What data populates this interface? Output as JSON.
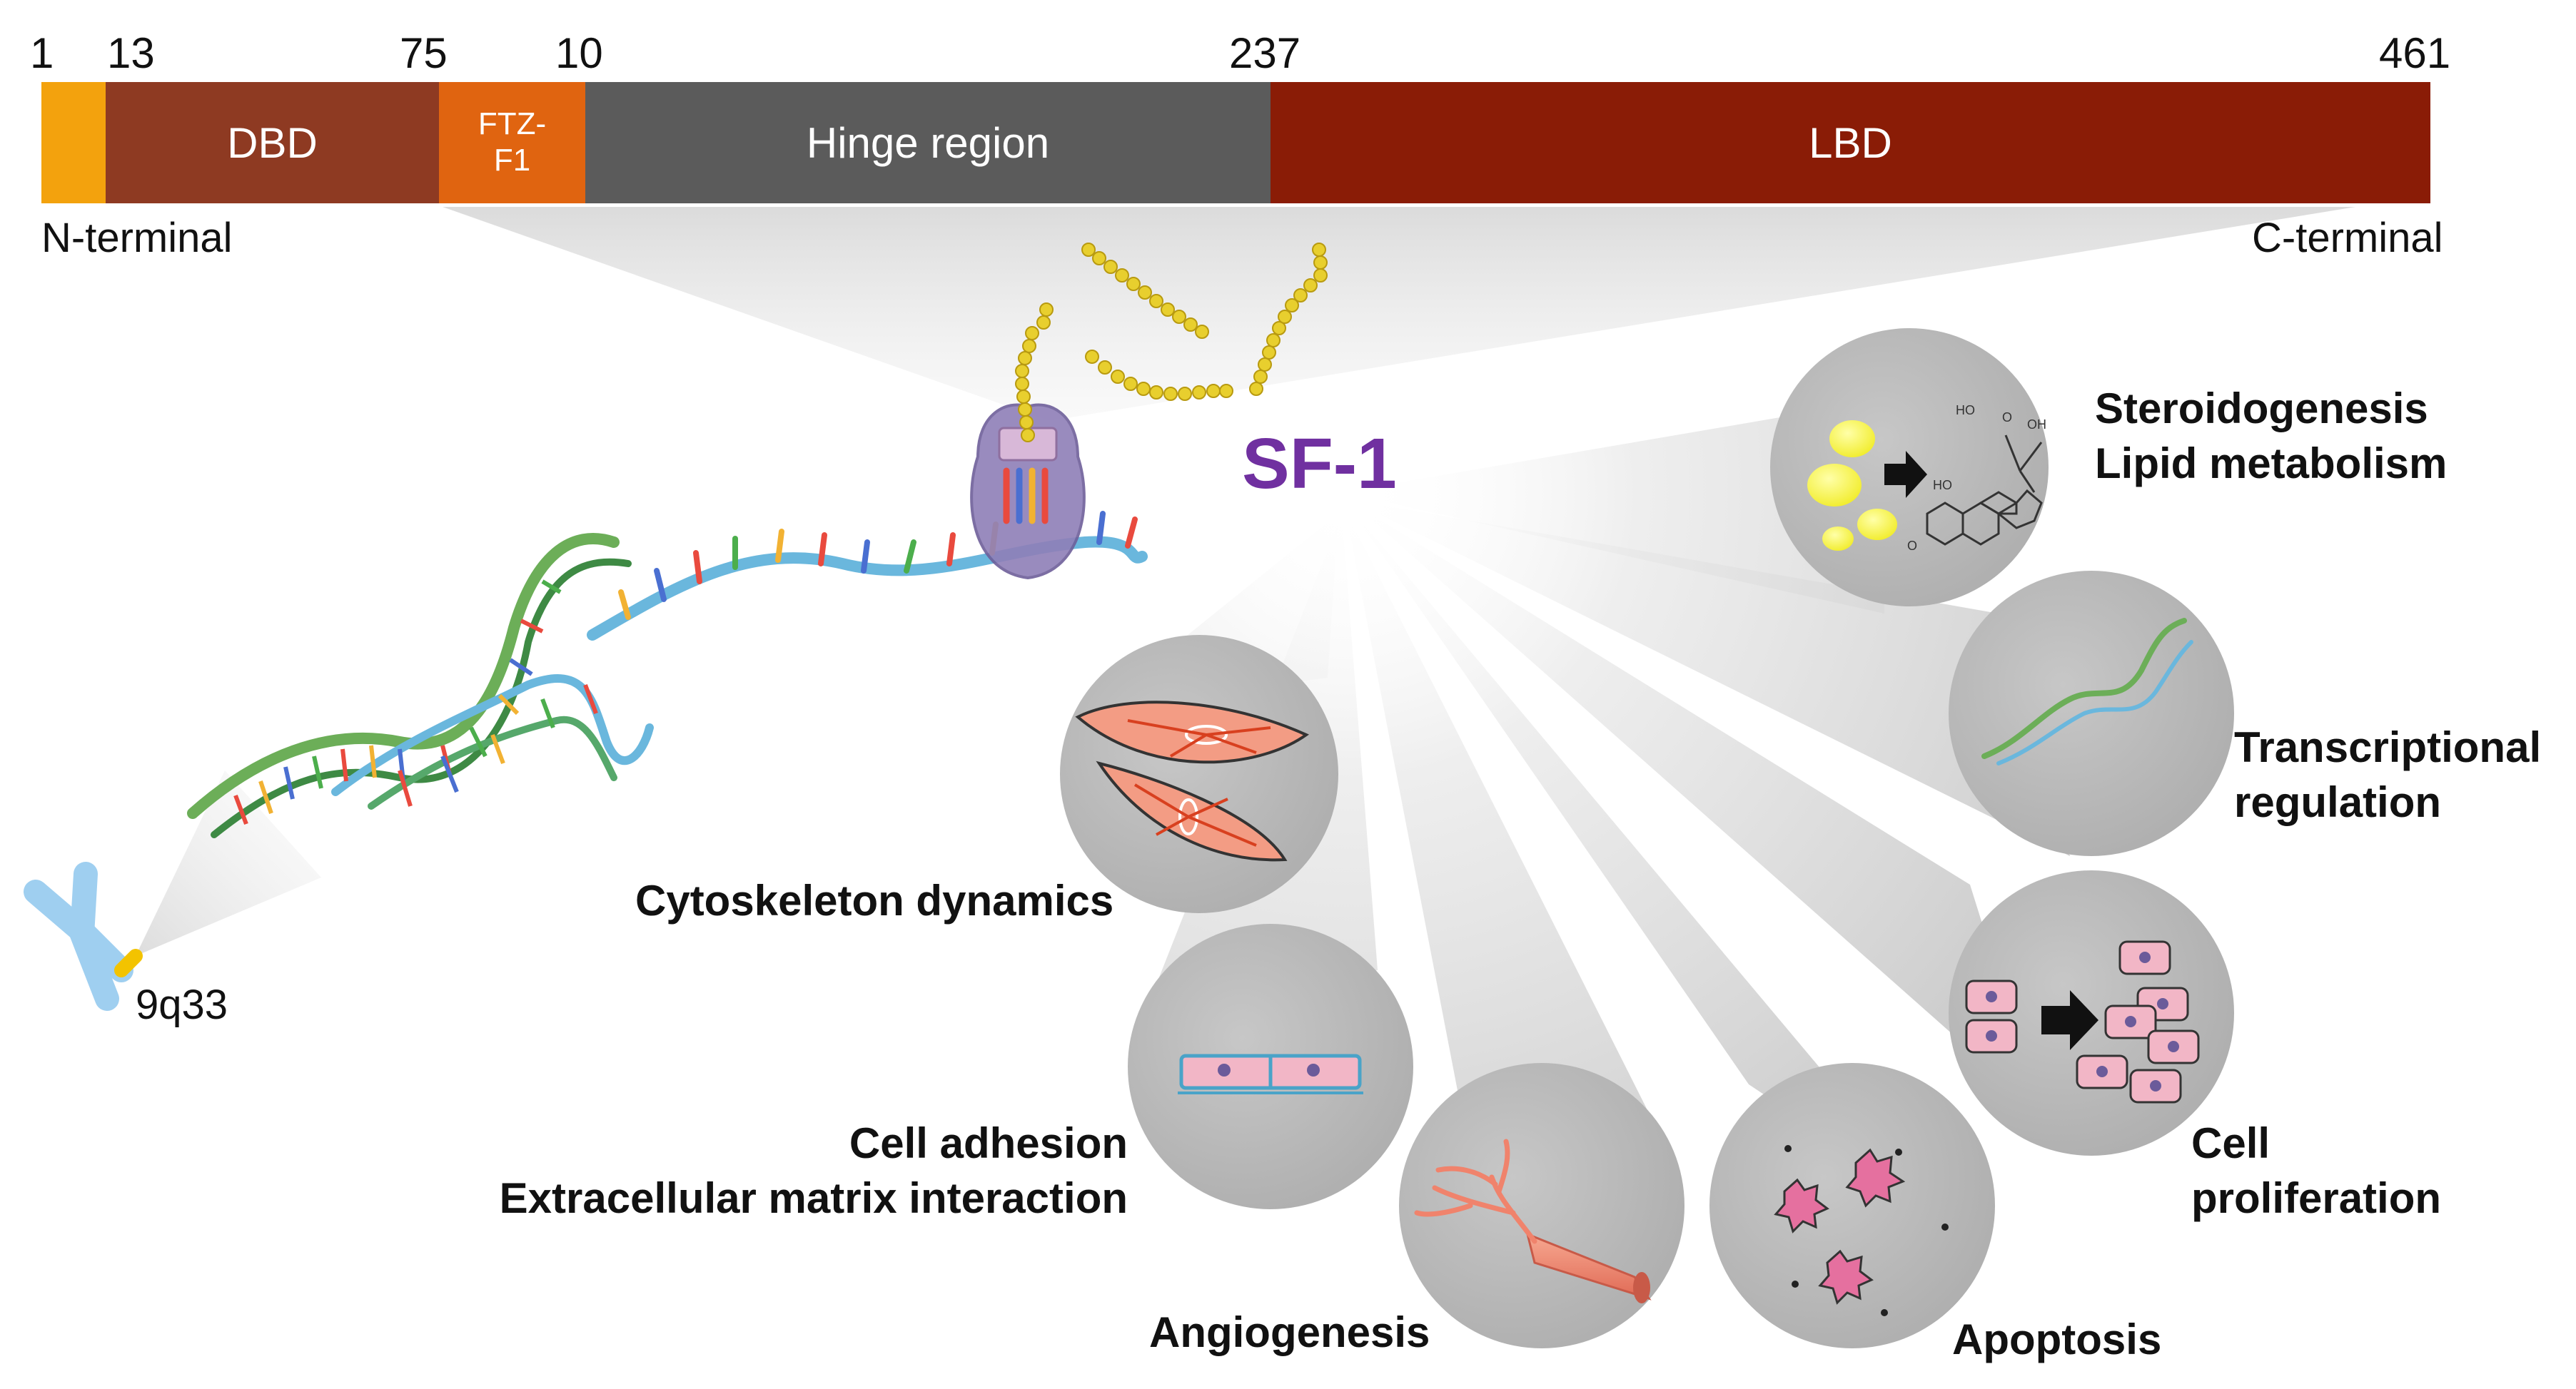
{
  "protein_map": {
    "positions": [
      {
        "label": "1"
      },
      {
        "label": "13"
      },
      {
        "label": "75"
      },
      {
        "label": "10"
      },
      {
        "label": "237"
      },
      {
        "label": "461"
      }
    ],
    "domains": [
      {
        "label": "",
        "color": "#f3a20d"
      },
      {
        "label": "DBD",
        "color": "#8e3a22"
      },
      {
        "label": "FTZ-\nF1",
        "color": "#e06410"
      },
      {
        "label": "Hinge region",
        "color": "#5b5b5b"
      },
      {
        "label": "LBD",
        "color": "#8a1c06"
      }
    ],
    "n_terminal": "N-terminal",
    "c_terminal": "C-terminal"
  },
  "chromosome_label": "9q33",
  "center_label": "SF-1",
  "functions": {
    "steroidogenesis": {
      "line1": "Steroidogenesis",
      "line2": "Lipid metabolism"
    },
    "transcription": {
      "line1": "Transcriptional",
      "line2": "regulation"
    },
    "proliferation": {
      "line1": "Cell",
      "line2": "proliferation"
    },
    "apoptosis": {
      "line1": "Apoptosis"
    },
    "angiogenesis": {
      "line1": "Angiogenesis"
    },
    "adhesion": {
      "line1": "Cell adhesion",
      "line2": "Extracellular matrix interaction"
    },
    "cytoskeleton": {
      "line1": "Cytoskeleton dynamics"
    }
  },
  "steroid_atoms": {
    "ho": "HO",
    "o": "O",
    "oh": "OH",
    "ho2": "HO",
    "o2": "O"
  },
  "colors": {
    "sf1": "#7030a0",
    "circle": "#b9b9b9",
    "bead": "#e8cf2e",
    "dna_green": "#6cae58",
    "dna_blue": "#6ab7dd",
    "cell_pink": "#f2b6c6",
    "vessel": "#f0836c"
  },
  "icons": [
    "chromosome-icon",
    "dna-helix-icon",
    "protein-complex-icon",
    "lipid-droplet-icon",
    "arrow-icon",
    "steroid-structure-icon",
    "cell-icon",
    "blood-vessel-icon",
    "apoptotic-cell-icon"
  ]
}
